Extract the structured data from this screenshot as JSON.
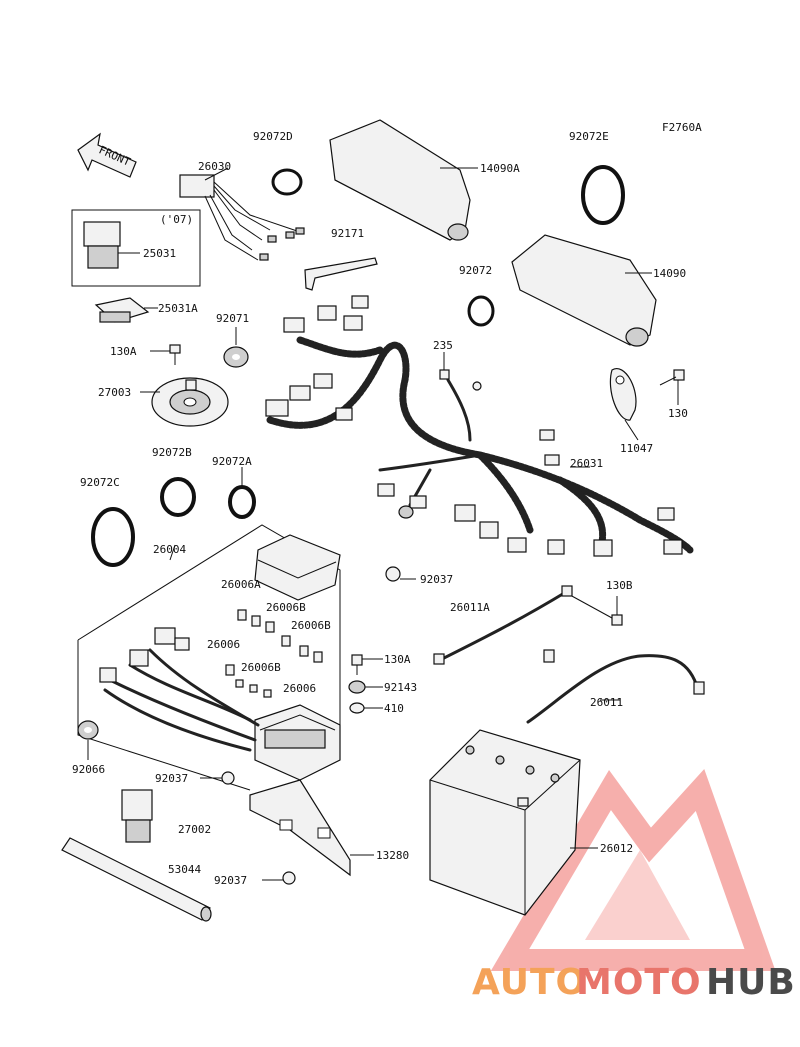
{
  "drawing_code": "F2760A",
  "front_label": "FRONT",
  "year_note": "('07)",
  "labels": {
    "p92072D": "92072D",
    "p26030": "26030",
    "p14090A": "14090A",
    "p92072E": "92072E",
    "p25031": "25031",
    "p92171": "92171",
    "p92072a": "92072",
    "p14090": "14090",
    "p25031A": "25031A",
    "p92071": "92071",
    "p130A_1": "130A",
    "p235": "235",
    "p27003": "27003",
    "p130": "130",
    "p11047": "11047",
    "p92072B": "92072B",
    "p92072A": "92072A",
    "p26031": "26031",
    "p92072C": "92072C",
    "p26004": "26004",
    "p26006A": "26006A",
    "p92037_1": "92037",
    "p26006B_1": "26006B",
    "p26006B_2": "26006B",
    "p26006_1": "26006",
    "p26006B_3": "26006B",
    "p26006_2": "26006",
    "p130B": "130B",
    "p26011A": "26011A",
    "p130A_2": "130A",
    "p92143": "92143",
    "p410": "410",
    "p26011": "26011",
    "p92066": "92066",
    "p92037_2": "92037",
    "p27002": "27002",
    "p26012": "26012",
    "p13280": "13280",
    "p53044": "53044",
    "p92037_3": "92037"
  },
  "watermark": {
    "part1": "AUTO",
    "part2": "MOTO",
    "part3": "HUB",
    "color_part1": "#f4a259",
    "color_part2": "#e8756b",
    "color_part3": "#4a4a4a",
    "color_triangle": "#ef6f6a"
  }
}
